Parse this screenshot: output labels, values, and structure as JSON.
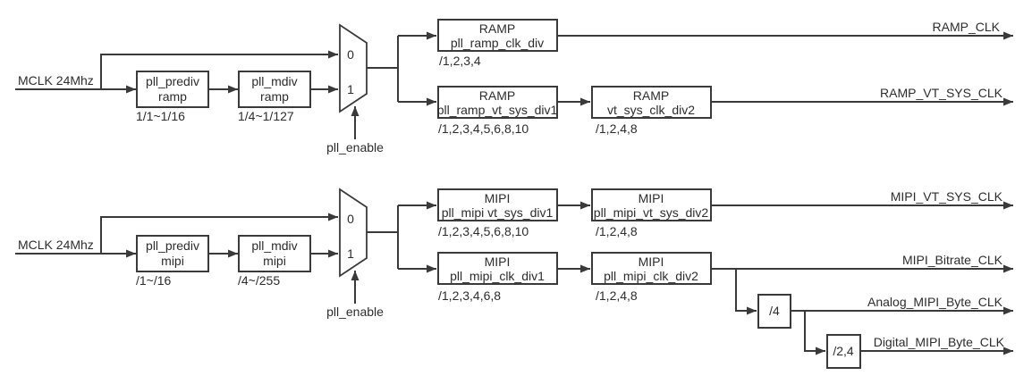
{
  "colors": {
    "background": "#ffffff",
    "line": "#3a3a3a",
    "text": "#2d2d2d"
  },
  "ramp": {
    "input_label": "MCLK 24Mhz",
    "mux": {
      "in0": "0",
      "in1": "1",
      "enable": "pll_enable"
    },
    "prediv": {
      "line1": "pll_prediv",
      "line2": "ramp",
      "range": "1/1~1/16"
    },
    "mdiv": {
      "line1": "pll_mdiv",
      "line2": "ramp",
      "range": "1/4~1/127"
    },
    "clk_div": {
      "line1": "RAMP",
      "line2": "pll_ramp_clk_div",
      "range": "/1,2,3,4"
    },
    "vt_sys_div1": {
      "line1": "RAMP",
      "line2": "pll_ramp_vt_sys_div1",
      "range": "/1,2,3,4,5,6,8,10"
    },
    "vt_sys_div2": {
      "line1": "RAMP",
      "line2": "vt_sys_clk_div2",
      "range": "/1,2,4,8"
    },
    "out_clk": "RAMP_CLK",
    "out_vt_sys": "RAMP_VT_SYS_CLK"
  },
  "mipi": {
    "input_label": "MCLK 24Mhz",
    "mux": {
      "in0": "0",
      "in1": "1",
      "enable": "pll_enable"
    },
    "prediv": {
      "line1": "pll_prediv",
      "line2": "mipi",
      "range": "/1~/16"
    },
    "mdiv": {
      "line1": "pll_mdiv",
      "line2": "mipi",
      "range": "/4~/255"
    },
    "vt_sys_div1": {
      "line1": "MIPI",
      "line2": "pll_mipi vt_sys_div1",
      "range": "/1,2,3,4,5,6,8,10"
    },
    "vt_sys_div2": {
      "line1": "MIPI",
      "line2": "pll_mipi_vt_sys_div2",
      "range": "/1,2,4,8"
    },
    "clk_div1": {
      "line1": "MIPI",
      "line2": "pll_mipi_clk_div1",
      "range": "/1,2,3,4,6,8"
    },
    "clk_div2": {
      "line1": "MIPI",
      "line2": "pll_mipi_clk_div2",
      "range": "/1,2,4,8"
    },
    "div4_label": "/4",
    "div24_label": "/2,4",
    "out_vt_sys": "MIPI_VT_SYS_CLK",
    "out_bitrate": "MIPI_Bitrate_CLK",
    "out_analog_byte": "Analog_MIPI_Byte_CLK",
    "out_digital_byte": "Digital_MIPI_Byte_CLK"
  }
}
